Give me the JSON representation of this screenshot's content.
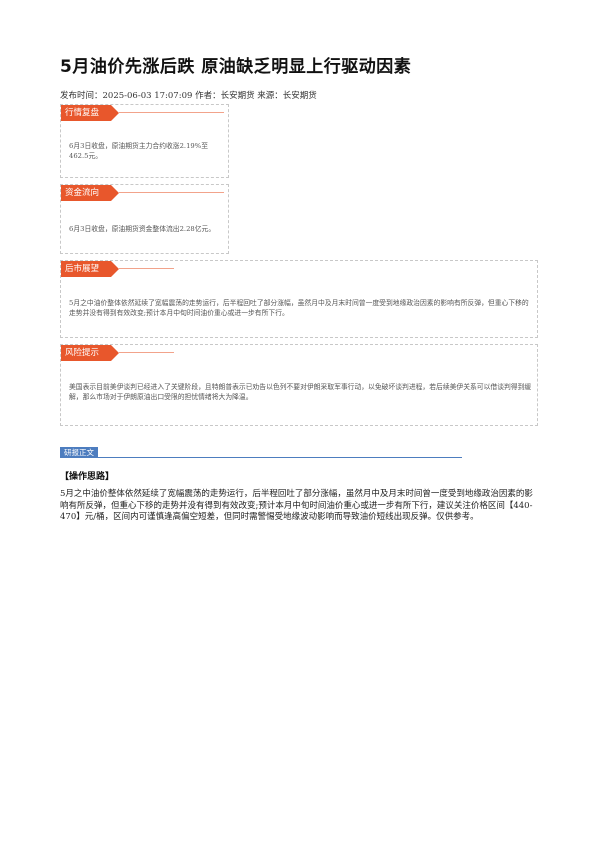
{
  "article": {
    "title": "5月油价先涨后跌 原油缺乏明显上行驱动因素",
    "meta": "发布时间：2025-06-03 17:07:09 作者：长安期货 来源：长安期货"
  },
  "boxes": [
    {
      "tag": "行情复盘",
      "text": "6月3日收盘，原油期货主力合约收涨2.19%至462.5元。"
    },
    {
      "tag": "资金流向",
      "text": "6月3日收盘，原油期货资金整体流出2.28亿元。"
    },
    {
      "tag": "后市展望",
      "text": "5月之中油价整体依然延续了宽幅震荡的走势运行，后半程回吐了部分涨幅，虽然月中及月末时间曾一度受到地缘政治因素的影响有所反弹，但重心下移的走势并没有得到有效改变;预计本月中旬时间油价重心或进一步有所下行。"
    },
    {
      "tag": "风险提示",
      "text": "美国表示目前美伊谈判已经进入了关键阶段，且特朗普表示已劝告以色列不要对伊朗采取军事行动，以免破坏谈判进程，若后续美伊关系可以借谈判得到缓解，那么市场对于伊朗原油出口受限的担忧情绪将大为降温。"
    }
  ],
  "section": {
    "label": "研报正文",
    "subhead": "【操作思路】",
    "body": "5月之中油价整体依然延续了宽幅震荡的走势运行，后半程回吐了部分涨幅，虽然月中及月末时间曾一度受到地缘政治因素的影响有所反弹，但重心下移的走势并没有得到有效改变;预计本月中旬时间油价重心或进一步有所下行，建议关注价格区间【440-470】元/桶，区间内可谨慎逢高偏空短差，但同时需警惕受地缘波动影响而导致油价短线出现反弹。仅供参考。"
  }
}
